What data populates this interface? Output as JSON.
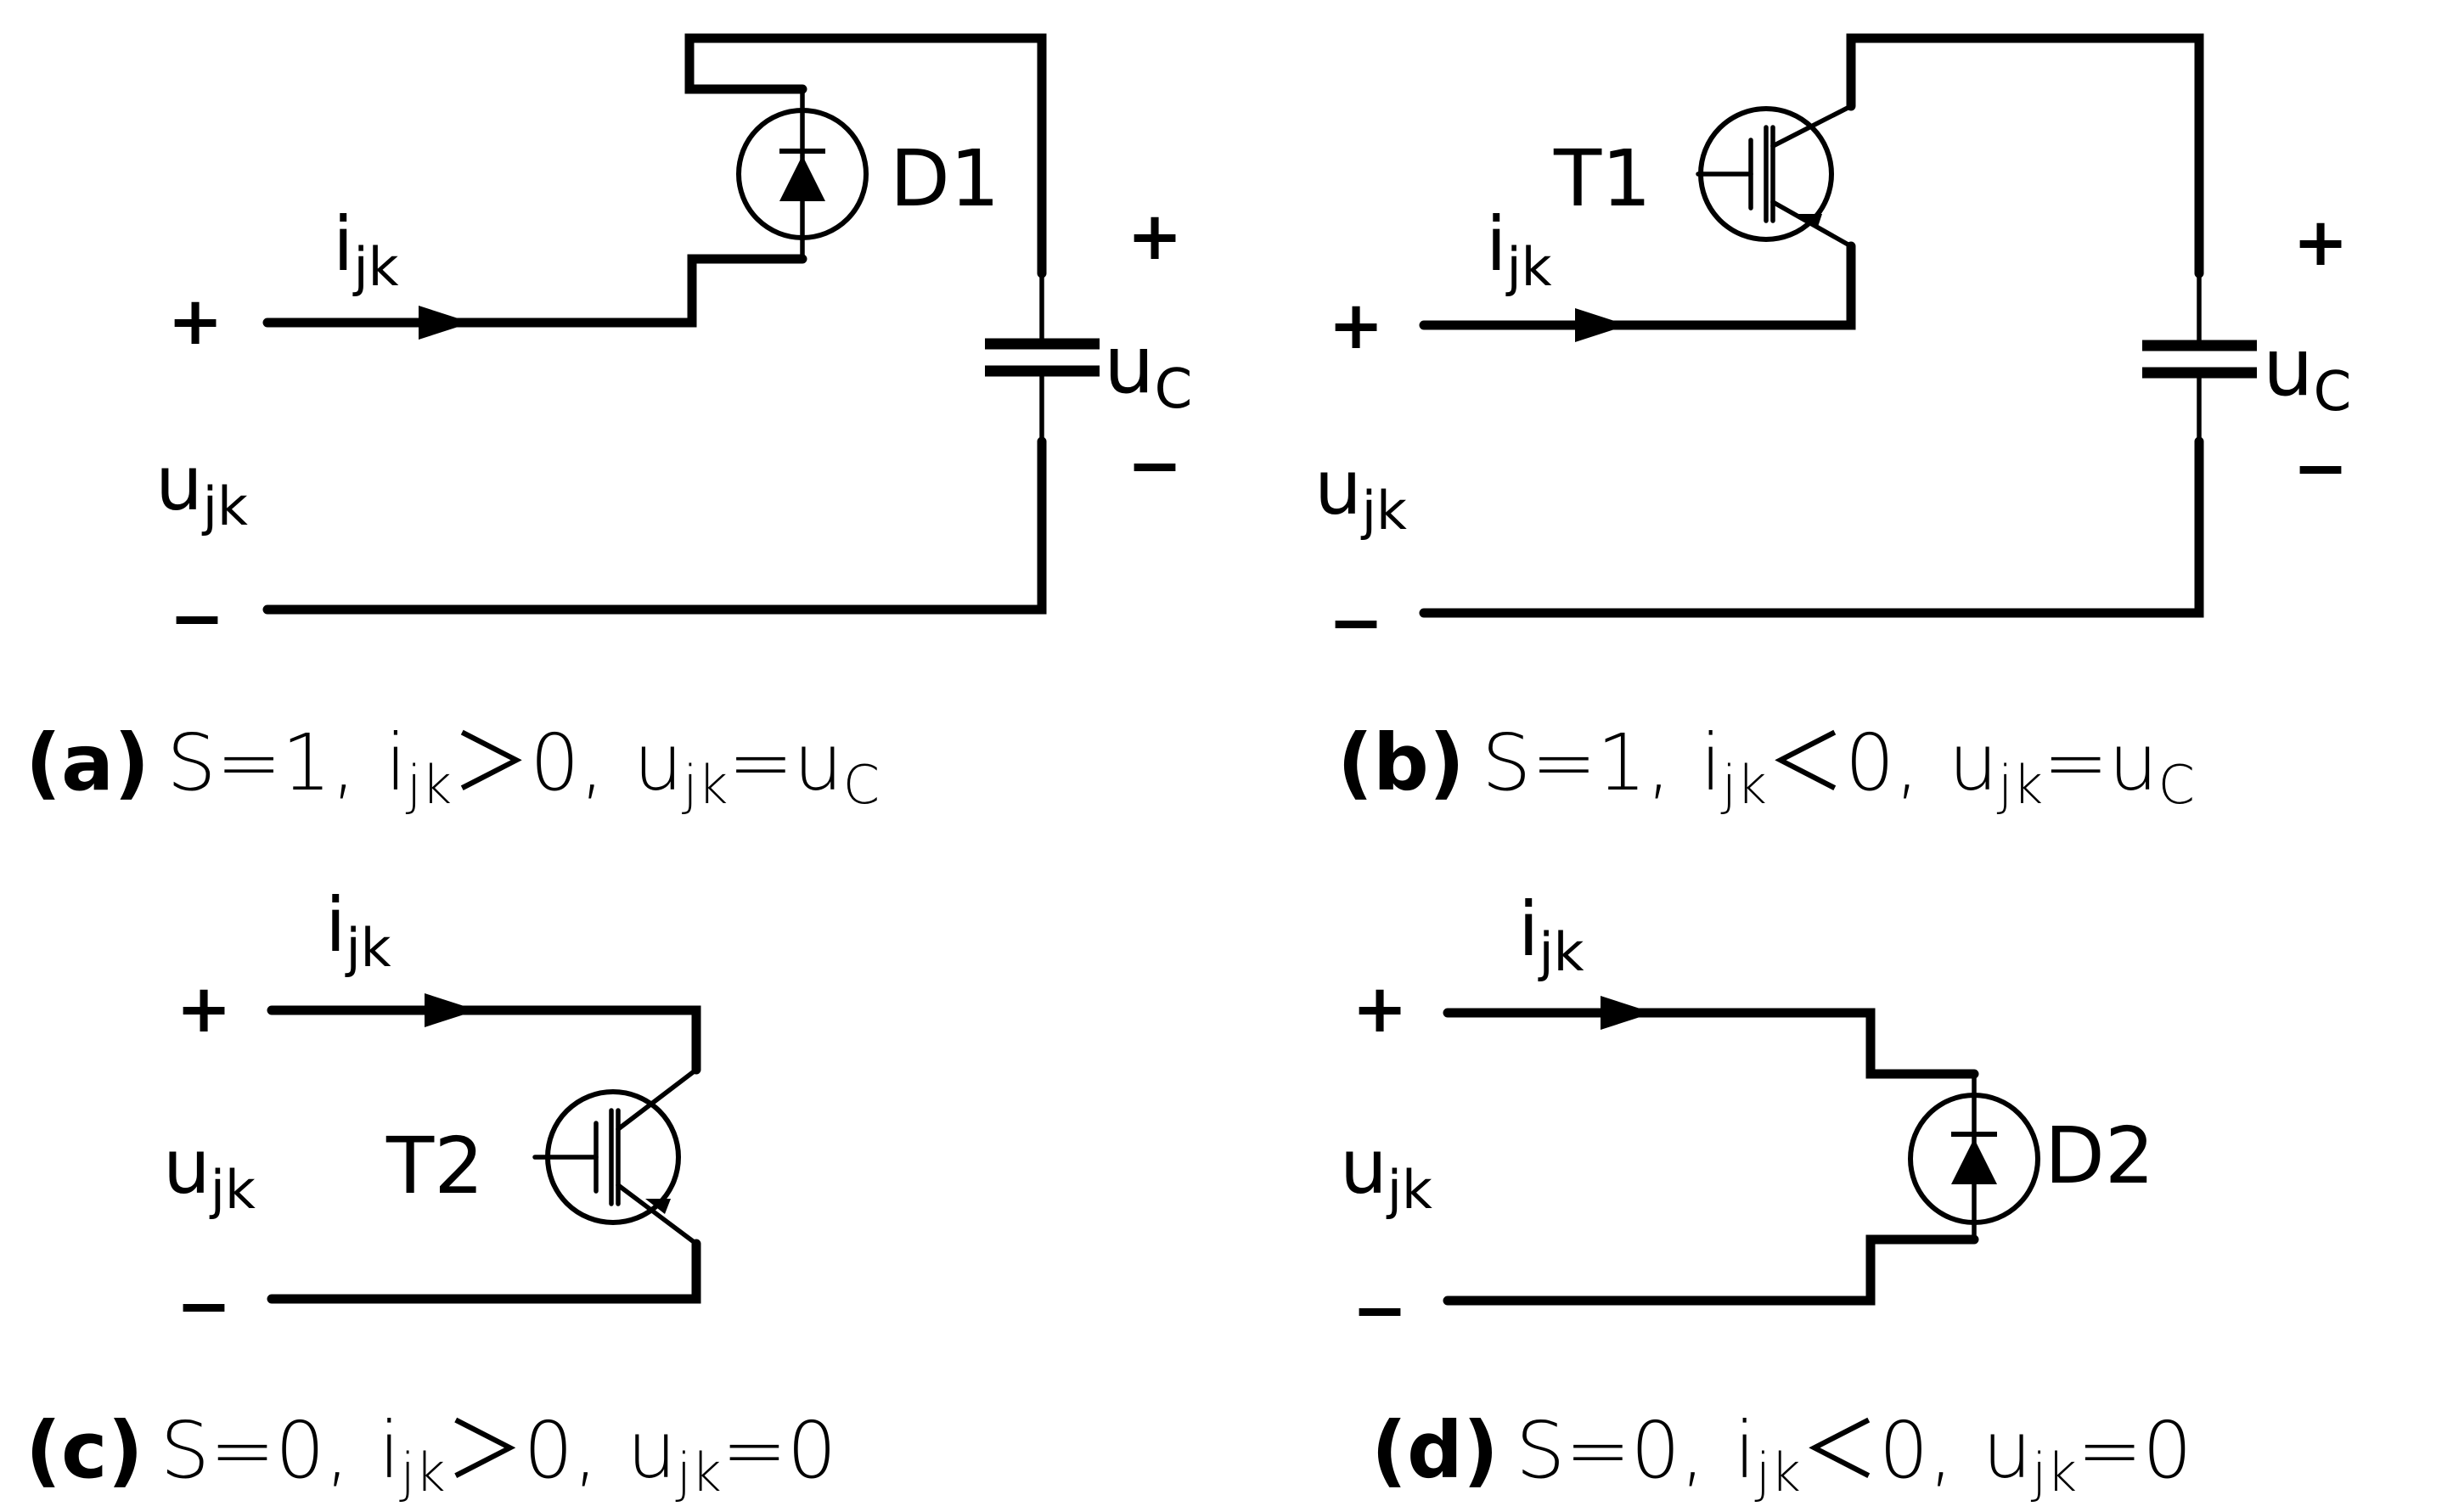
{
  "panels": [
    {
      "id": "a",
      "plus": "+",
      "minus": "−",
      "voltage": {
        "base": "u",
        "sub": "jk"
      },
      "current": {
        "base": "i",
        "sub": "jk"
      },
      "device_label": "D1",
      "cap_plus": "+",
      "cap_minus": "−",
      "cap_voltage": {
        "base": "u",
        "sub": "C"
      },
      "caption": {
        "tag": "(a)",
        "state": "S=1,",
        "cur_base": "i",
        "cur_sub": "jk",
        "cur_cond": "＞0,",
        "volt_base": "u",
        "volt_sub": "jk",
        "volt_eq": "=u",
        "volt_rhs_sub": "C"
      }
    },
    {
      "id": "b",
      "plus": "+",
      "minus": "−",
      "voltage": {
        "base": "u",
        "sub": "jk"
      },
      "current": {
        "base": "i",
        "sub": "jk"
      },
      "device_label": "T1",
      "cap_plus": "+",
      "cap_minus": "−",
      "cap_voltage": {
        "base": "u",
        "sub": "C"
      },
      "caption": {
        "tag": "(b)",
        "state": "S=1,",
        "cur_base": "i",
        "cur_sub": "jk",
        "cur_cond": "＜0,",
        "volt_base": "u",
        "volt_sub": "jk",
        "volt_eq": "=u",
        "volt_rhs_sub": "C"
      }
    },
    {
      "id": "c",
      "plus": "+",
      "minus": "−",
      "voltage": {
        "base": "u",
        "sub": "jk"
      },
      "current": {
        "base": "i",
        "sub": "jk"
      },
      "device_label": "T2",
      "caption": {
        "tag": "(c)",
        "state": "S=0,",
        "cur_base": "i",
        "cur_sub": "jk",
        "cur_cond": "＞0,",
        "volt_base": "u",
        "volt_sub": "jk",
        "volt_eq": "=0",
        "volt_rhs_sub": ""
      }
    },
    {
      "id": "d",
      "plus": "+",
      "minus": "−",
      "voltage": {
        "base": "u",
        "sub": "jk"
      },
      "current": {
        "base": "i",
        "sub": "jk"
      },
      "device_label": "D2",
      "caption": {
        "tag": "(d)",
        "state": "S=0,",
        "cur_base": "i",
        "cur_sub": "jk",
        "cur_cond": "＜0,",
        "volt_base": "u",
        "volt_sub": "jk",
        "volt_eq": "=0",
        "volt_rhs_sub": ""
      }
    }
  ]
}
